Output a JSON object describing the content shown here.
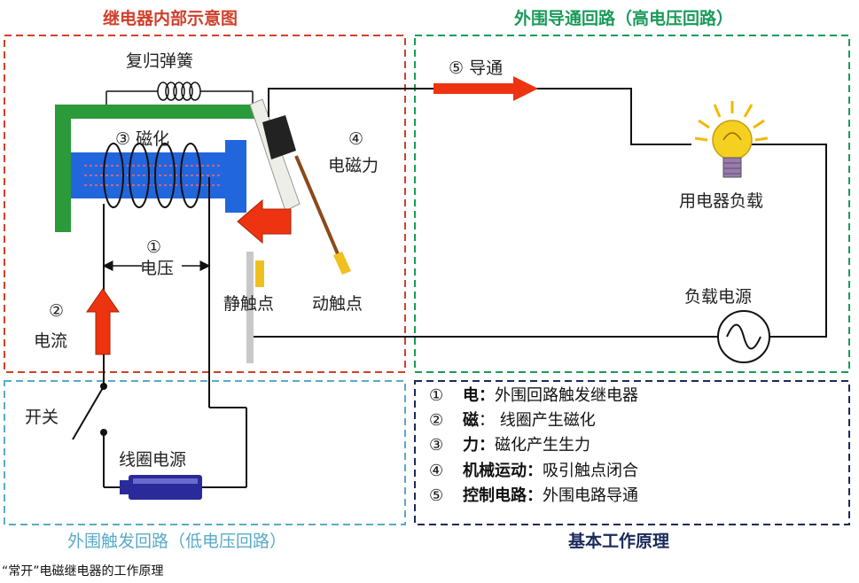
{
  "sections": {
    "internal": {
      "title": "继电器内部示意图",
      "color": "#d0402c"
    },
    "external": {
      "title": "外围导通回路（高电压回路）",
      "color": "#1a9a5a"
    },
    "trigger": {
      "title": "外围触发回路（低电压回路）",
      "color": "#5aaac8"
    },
    "principle": {
      "title": "基本工作原理",
      "color": "#1a2a5a"
    }
  },
  "labels": {
    "spring": "复归弹簧",
    "magnetize": "③ 磁化",
    "force_num": "④",
    "force": "电磁力",
    "voltage_num": "①",
    "voltage": "电压",
    "current_num": "②",
    "current": "电流",
    "static_contact": "静触点",
    "moving_contact": "动触点",
    "conduct": "⑤ 导通",
    "load": "用电器负载",
    "load_power": "负载电源",
    "switch": "开关",
    "coil_power": "线圈电源"
  },
  "legend": [
    {
      "num": "①",
      "key": "电：",
      "desc": "外围回路触发继电器"
    },
    {
      "num": "②",
      "key": "磁",
      "desc": "：  线圈产生磁化"
    },
    {
      "num": "③",
      "key": "力：",
      "desc": "磁化产生生力"
    },
    {
      "num": "④",
      "key": "机械运动：",
      "desc": "吸引触点闭合"
    },
    {
      "num": "⑤",
      "key": "控制电路：",
      "desc": "外围电路导通"
    }
  ],
  "caption": "“常开”电磁继电器的工作原理",
  "colors": {
    "yoke": "#2a9a3a",
    "core": "#2266dd",
    "arrow": "#ee3311",
    "contact": "#f0c020",
    "bulb": "#f5d020",
    "battery": "#2a2a9a"
  }
}
